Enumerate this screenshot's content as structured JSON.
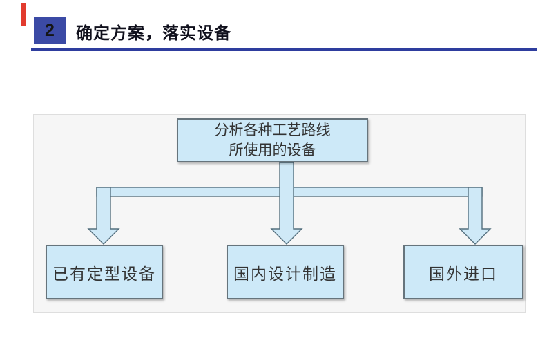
{
  "header": {
    "section_number": "2",
    "title": "确定方案，落实设备"
  },
  "theme": {
    "accent_red": "#e23b2e",
    "primary_blue": "#3b4aa5",
    "underline_blue": "#2e3d9e",
    "box_fill": "#cde9f8",
    "box_border": "#66747c",
    "arrow_fill": "#cfe9f7",
    "arrow_stroke": "#55707f",
    "panel_bg": "#f6f6f6",
    "text_dark": "#333333"
  },
  "diagram": {
    "root_box": "分析各种工艺路线\n所使用的设备",
    "children": [
      {
        "label": "已有定型设备"
      },
      {
        "label": "国内设计制造"
      },
      {
        "label": "国外进口"
      }
    ]
  }
}
